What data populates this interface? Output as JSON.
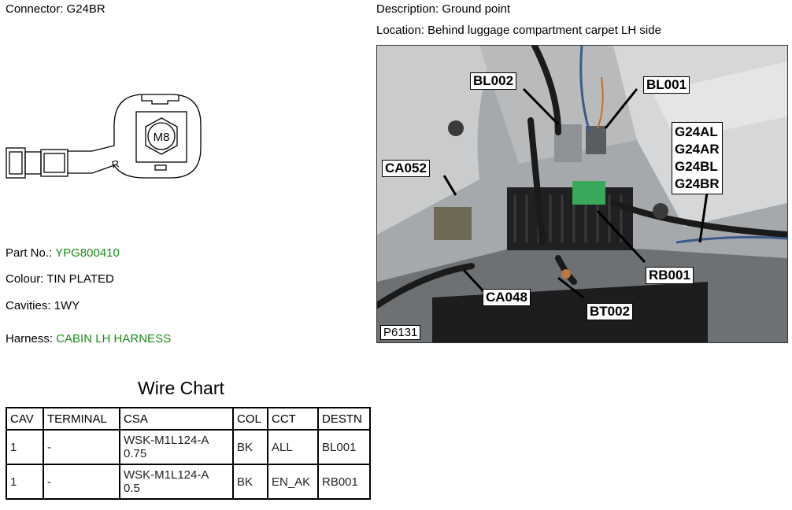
{
  "connector": {
    "label": "Connector:",
    "value": "G24BR"
  },
  "description": {
    "label": "Description:",
    "value": "Ground point"
  },
  "location": {
    "label": "Location:",
    "value": "Behind luggage compartment carpet LH side"
  },
  "drawing": {
    "stud_label": "M8",
    "side_mark": "R"
  },
  "part_no": {
    "label": "Part No.:",
    "value": "YPG800410"
  },
  "colour": {
    "label": "Colour:",
    "value": "TIN PLATED"
  },
  "cavities": {
    "label": "Cavities:",
    "value": "1WY"
  },
  "harness": {
    "label": "Harness:",
    "value": "CABIN LH HARNESS"
  },
  "photo": {
    "code": "P6131",
    "callouts": {
      "bl002": "BL002",
      "bl001": "BL001",
      "ca052": "CA052",
      "ca048": "CA048",
      "bt002": "BT002",
      "rb001": "RB001",
      "g24": [
        "G24AL",
        "G24AR",
        "G24BL",
        "G24BR"
      ]
    }
  },
  "wire_chart": {
    "title": "Wire Chart",
    "headers": [
      "CAV",
      "TERMINAL",
      "CSA",
      "COL",
      "CCT",
      "DESTN"
    ],
    "rows": [
      {
        "cav": "1",
        "terminal": "-",
        "csa_line1": "WSK-M1L124-A",
        "csa_line2": "0.75",
        "col": "BK",
        "cct": "ALL",
        "destn": "BL001"
      },
      {
        "cav": "1",
        "terminal": "-",
        "csa_line1": "WSK-M1L124-A",
        "csa_line2": "0.5",
        "col": "BK",
        "cct": "EN_AK",
        "destn": "RB001"
      }
    ]
  }
}
